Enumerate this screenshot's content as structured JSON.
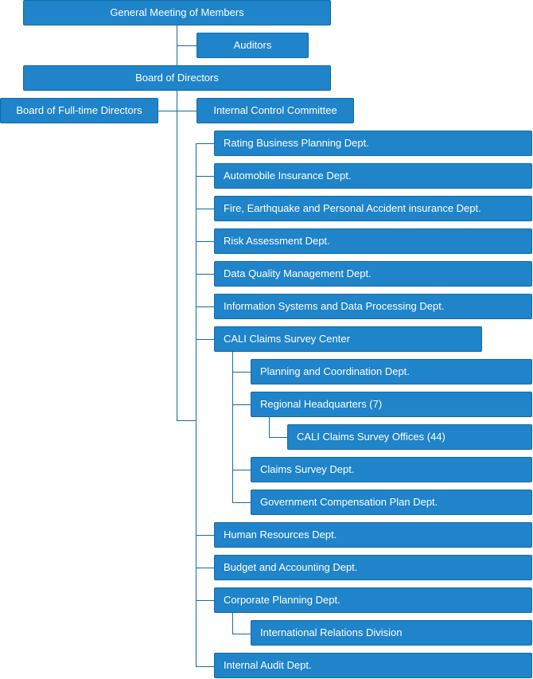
{
  "org_chart": {
    "general_meeting": "General Meeting of Members",
    "auditors": "Auditors",
    "board_of_directors": "Board of Directors",
    "board_fulltime": "Board of Full-time Directors",
    "internal_control": "Internal Control Committee",
    "rating_planning": "Rating Business Planning Dept.",
    "automobile": "Automobile Insurance Dept.",
    "fire_earthquake": "Fire, Earthquake and Personal Accident insurance Dept.",
    "risk_assessment": "Risk Assessment Dept.",
    "data_quality": "Data Quality Management Dept.",
    "info_systems": "Information Systems and Data Processing Dept.",
    "cali_center": "CALI Claims Survey Center",
    "planning_coordination": "Planning and Coordination Dept.",
    "regional_hq": "Regional Headquarters (7)",
    "cali_offices": "CALI Claims Survey Offices (44)",
    "claims_survey": "Claims Survey Dept.",
    "gov_compensation": "Government Compensation Plan Dept.",
    "human_resources": "Human Resources Dept.",
    "budget_accounting": "Budget and Accounting Dept.",
    "corporate_planning": "Corporate Planning Dept.",
    "international_relations": "International Relations Division",
    "internal_audit": "Internal Audit Dept."
  }
}
